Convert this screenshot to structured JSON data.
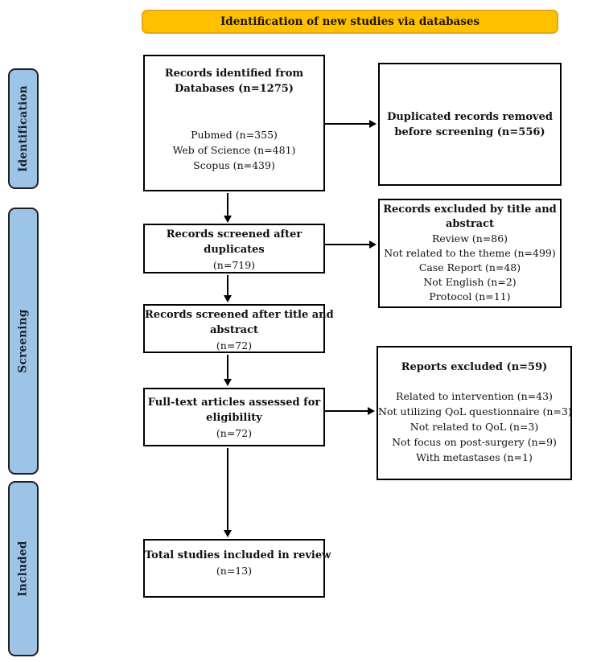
{
  "colors": {
    "banner_fill": "#FFC000",
    "banner_border": "#E7A614",
    "stage_fill": "#9DC3E6",
    "stage_border": "#1F1F1F",
    "box_border": "#000000",
    "arrow": "#000000"
  },
  "banner": {
    "label": "Identification of new studies via databases"
  },
  "stages": {
    "identification": "Identification",
    "screening": "Screening",
    "included": "Included"
  },
  "flow": {
    "records_identified": {
      "heading": [
        "Records identified from",
        "Databases (n=1275)"
      ],
      "items": [
        "Pubmed (n=355)",
        "Web of Science (n=481)",
        "Scopus (n=439)"
      ]
    },
    "duplicates_removed": {
      "heading": [
        "Duplicated records removed",
        "before screening (n=556)"
      ]
    },
    "screened_after_duplicates": {
      "heading": [
        "Records screened after",
        "duplicates"
      ],
      "count": "(n=719)"
    },
    "excluded_title_abstract": {
      "heading": [
        "Records excluded by title and",
        "abstract"
      ],
      "items": [
        "Review (n=86)",
        "Not related to the theme (n=499)",
        "Case Report (n=48)",
        "Not English (n=2)",
        "Protocol (n=11)"
      ]
    },
    "screened_title_abstract": {
      "heading": [
        "Records screened after title and",
        "abstract"
      ],
      "count": "(n=72)"
    },
    "fulltext_assessed": {
      "heading": [
        "Full-text articles assessed for",
        "eligibility"
      ],
      "count": "(n=72)"
    },
    "reports_excluded": {
      "heading": [
        "Reports excluded (n=59)"
      ],
      "items": [
        "Related to intervention (n=43)",
        "Not utilizing QoL questionnaire (n=3)",
        "Not related to QoL (n=3)",
        "Not focus on post-surgery (n=9)",
        "With metastases (n=1)"
      ]
    },
    "total_included": {
      "heading": [
        "Total studies included in review"
      ],
      "count": "(n=13)"
    }
  }
}
